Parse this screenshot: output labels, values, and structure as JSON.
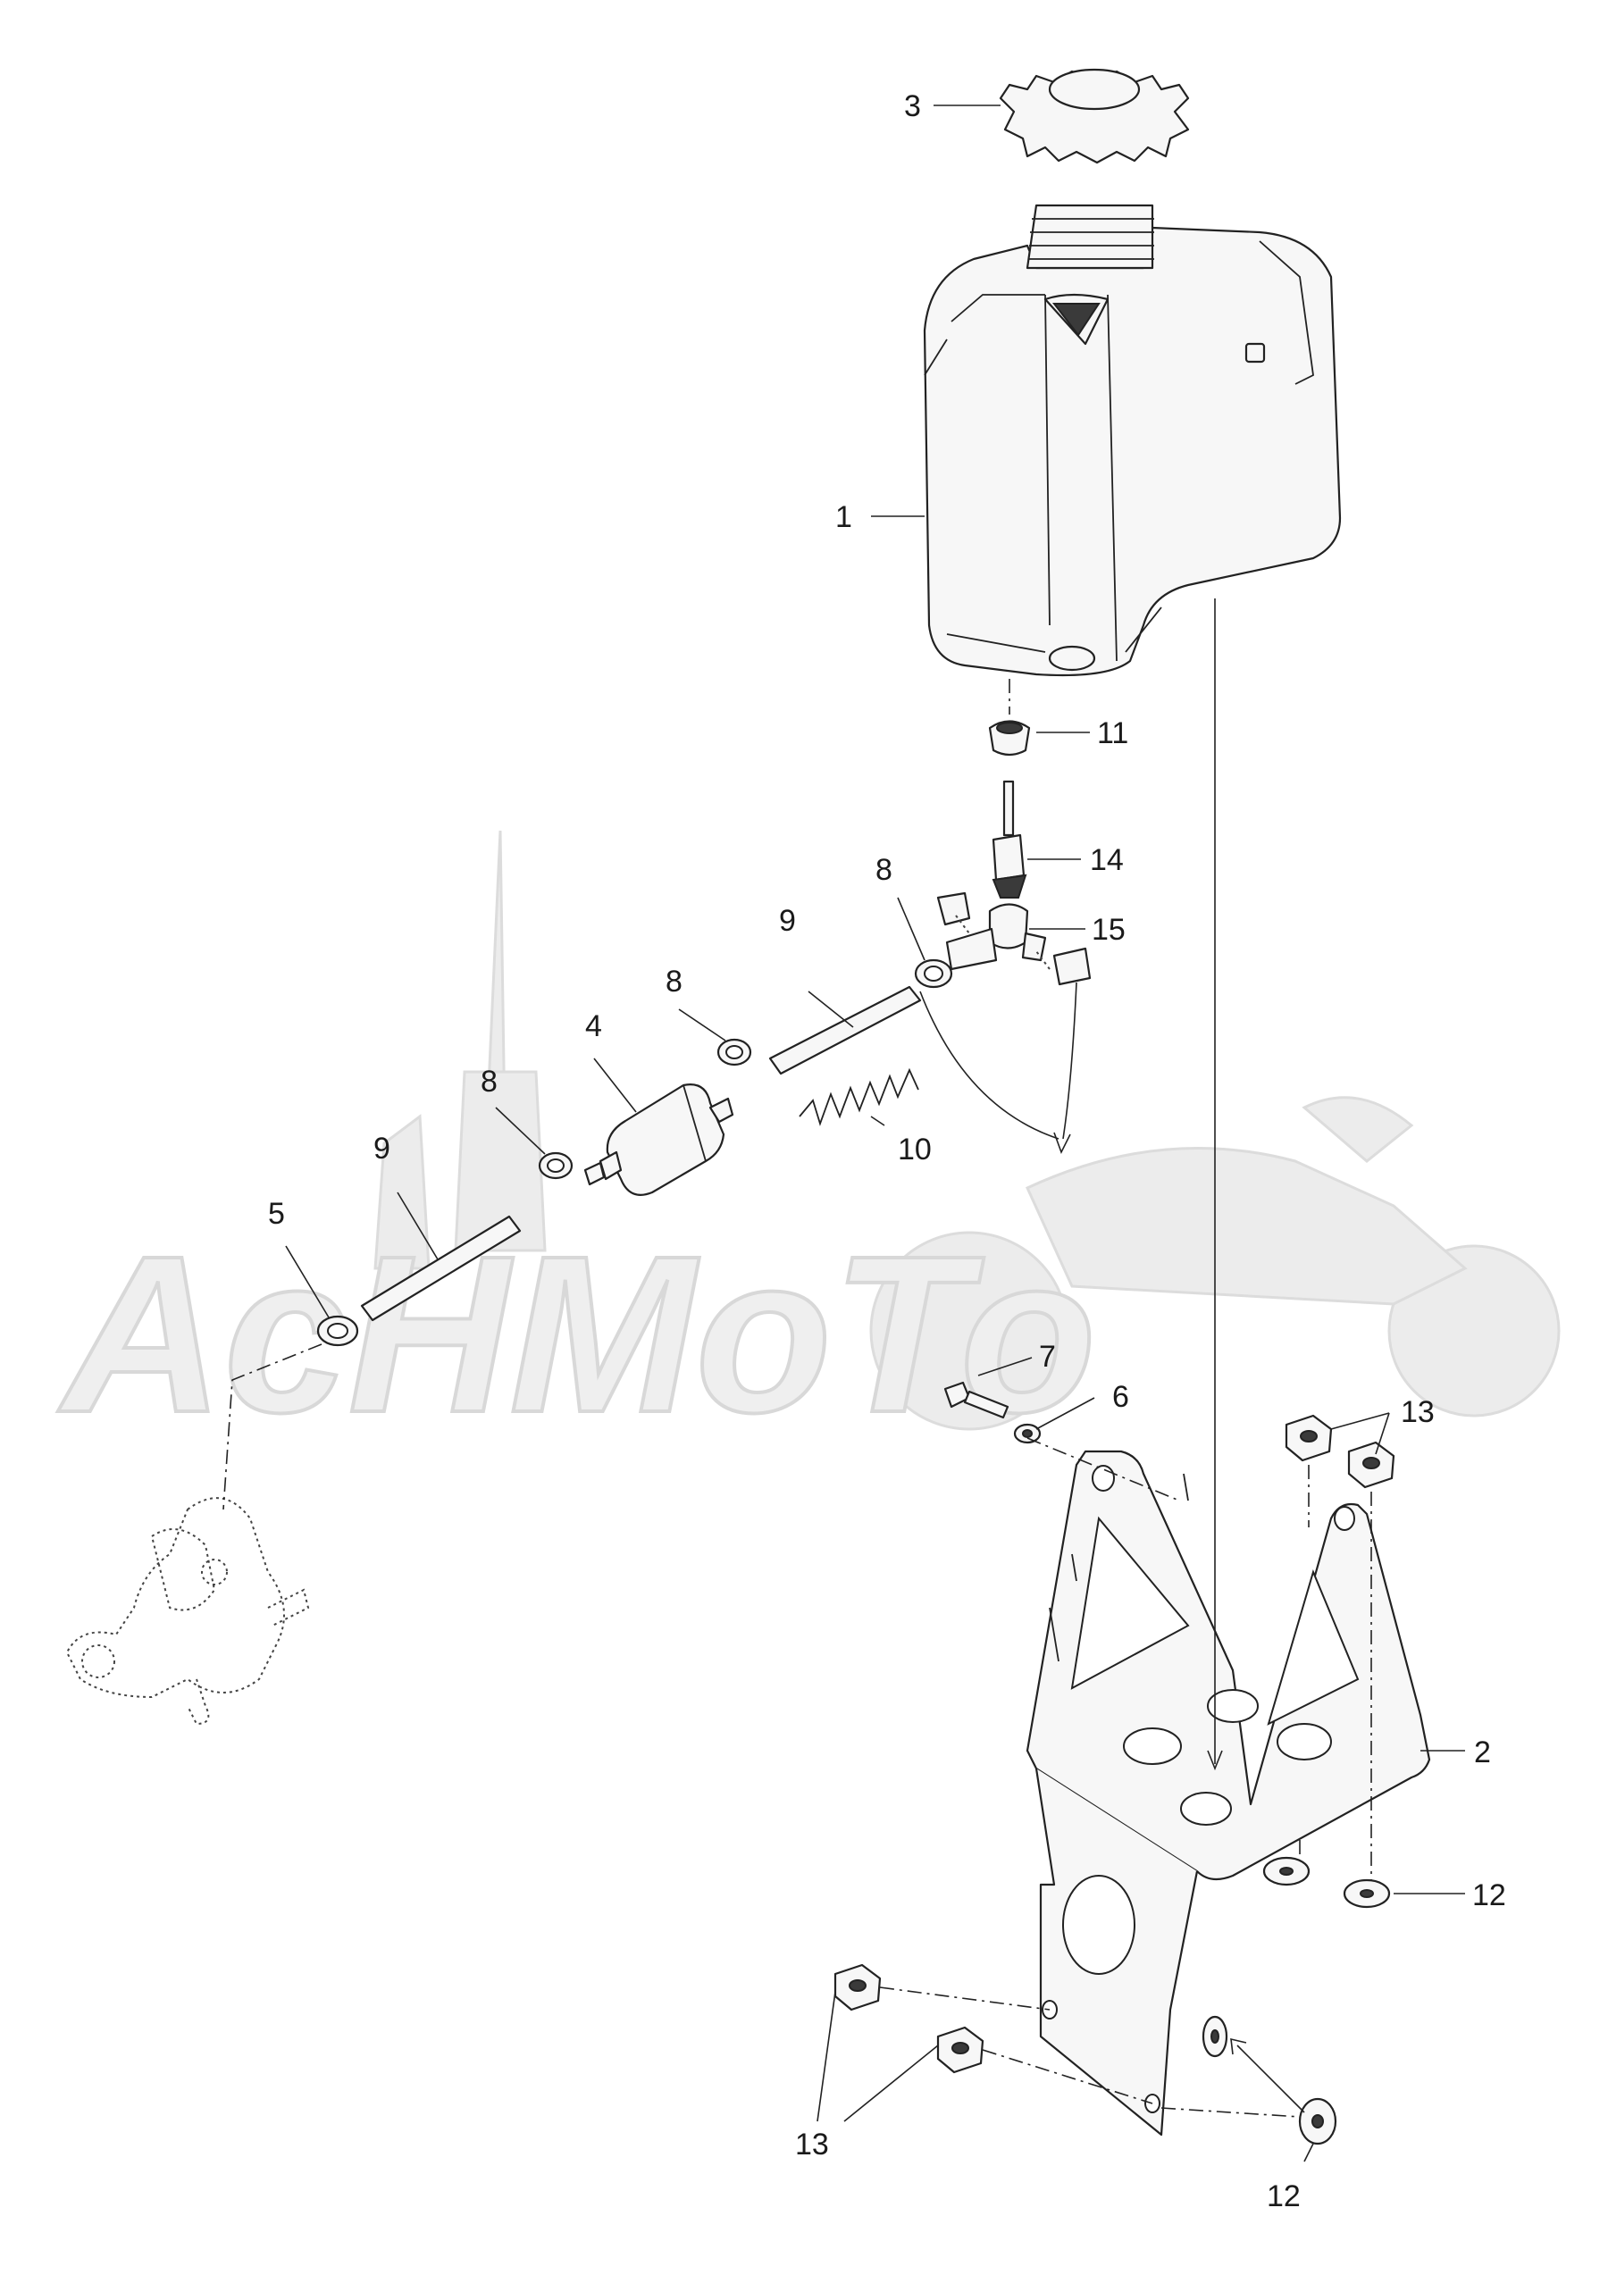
{
  "diagram": {
    "callouts": [
      {
        "id": "c1",
        "text": "1"
      },
      {
        "id": "c2",
        "text": "2"
      },
      {
        "id": "c3",
        "text": "3"
      },
      {
        "id": "c4",
        "text": "4"
      },
      {
        "id": "c5",
        "text": "5"
      },
      {
        "id": "c6",
        "text": "6"
      },
      {
        "id": "c7",
        "text": "7"
      },
      {
        "id": "c8a",
        "text": "8"
      },
      {
        "id": "c8b",
        "text": "8"
      },
      {
        "id": "c8c",
        "text": "8"
      },
      {
        "id": "c9a",
        "text": "9"
      },
      {
        "id": "c9b",
        "text": "9"
      },
      {
        "id": "c10",
        "text": "10"
      },
      {
        "id": "c11",
        "text": "11"
      },
      {
        "id": "c12a",
        "text": "12"
      },
      {
        "id": "c12b",
        "text": "12"
      },
      {
        "id": "c13a",
        "text": "13"
      },
      {
        "id": "c13b",
        "text": "13"
      },
      {
        "id": "c14",
        "text": "14"
      },
      {
        "id": "c15",
        "text": "15"
      }
    ],
    "watermark": {
      "text": "AcHMoTo",
      "colors": {
        "fill": "#efefef",
        "stroke": "#d8d8d8"
      }
    },
    "colors": {
      "line": "#222222",
      "background": "#ffffff"
    }
  }
}
